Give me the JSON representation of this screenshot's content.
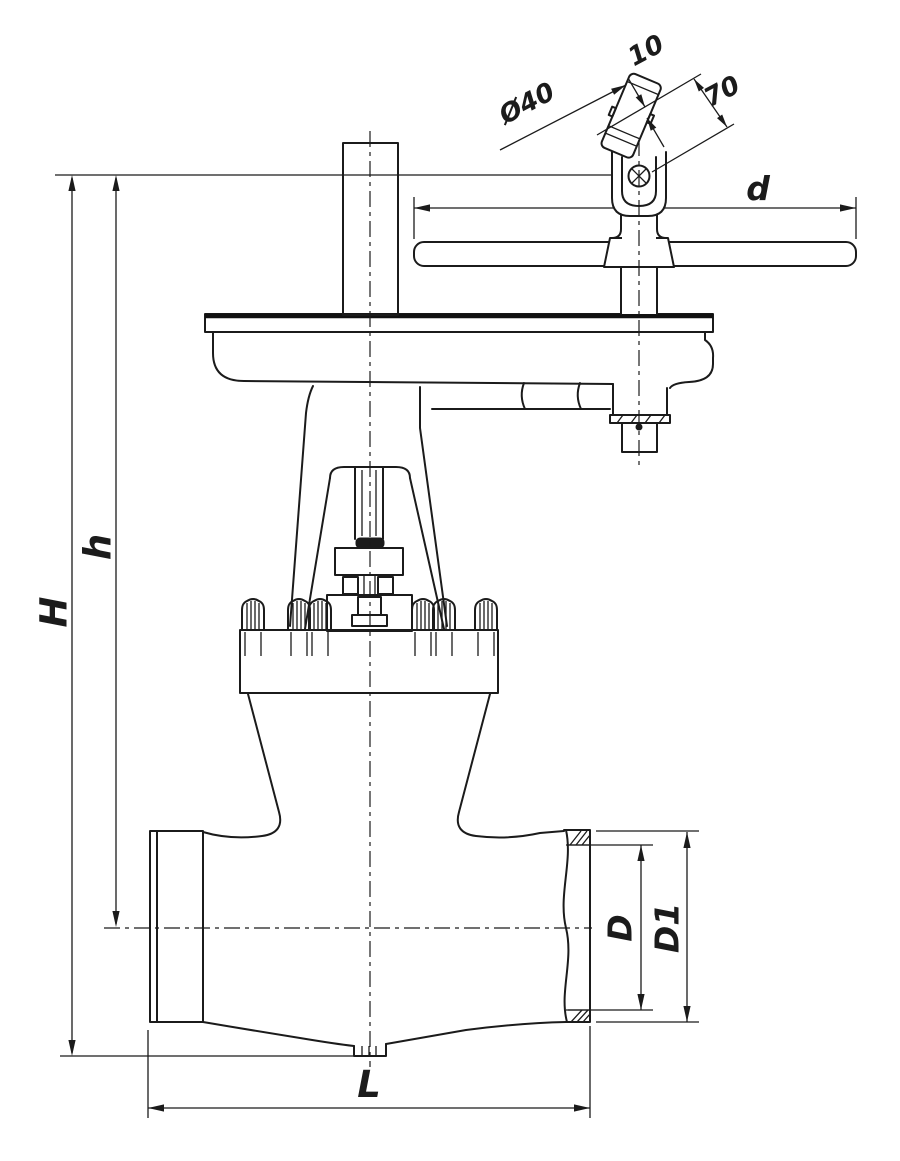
{
  "drawing": {
    "kind": "engineering-dimension-drawing",
    "subject": "gate valve with bevel-gear handwheel, side cross-section view",
    "line_color": "#1b1b1b",
    "background_color": "#ffffff",
    "labels": {
      "H": "H",
      "h": "h",
      "d": "d",
      "L": "L",
      "D": "D",
      "D1": "D1",
      "phi40": "Ø40",
      "ten": "10",
      "seventy": "70"
    },
    "dimension_meanings": {
      "H": "overall height to clevis pin",
      "h": "height from pipe centerline to clevis pin",
      "d": "handwheel diameter",
      "L": "face-to-face length",
      "D": "bore diameter at weld end",
      "D1": "outside diameter at weld end",
      "phi40": "folding handle diameter",
      "ten": "handle end thickness",
      "seventy": "handle length"
    }
  }
}
